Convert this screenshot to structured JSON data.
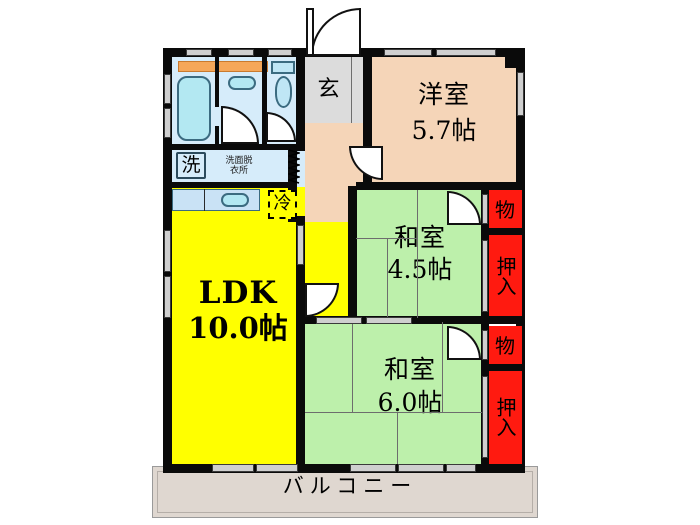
{
  "plan": {
    "type": "japanese-floor-plan",
    "title": "2LDK apartment floor plan",
    "units": "帖 (jo / tatami mats)"
  },
  "colors": {
    "ldk": "#ffff00",
    "tatami": "#bdf0ab",
    "western_room": "#f5d5b8",
    "hallway": "#f5d5b8",
    "closet": "#ff1a10",
    "water_area": "#d6ecfa",
    "genkan": "#dcdcdc",
    "balcony": "#dfd7d0",
    "wall": "#0a0a0a",
    "counter": "#c9e2f5",
    "window": "#cfcfcf"
  },
  "rooms": [
    {
      "id": "ldk",
      "name": "LDK",
      "size": "10.0帖",
      "color": "#ffff00"
    },
    {
      "id": "western",
      "name": "洋室",
      "size": "5.7帖",
      "color": "#f5d5b8"
    },
    {
      "id": "japanese1",
      "name": "和室",
      "size": "4.5帖",
      "color": "#bdf0ab"
    },
    {
      "id": "japanese2",
      "name": "和室",
      "size": "6.0帖",
      "color": "#bdf0ab"
    }
  ],
  "labels": {
    "genkan": "玄",
    "washroom": "洗面脱\n衣所",
    "washroom_line1": "洗面脱",
    "washroom_line2": "衣所",
    "washer": "洗",
    "fridge": "冷",
    "balcony": "バルコニー"
  },
  "storage": [
    {
      "id": "mono-1",
      "label": "物",
      "orientation": "horizontal"
    },
    {
      "id": "oshiire-1",
      "label": "押入",
      "orientation": "vertical"
    },
    {
      "id": "mono-2",
      "label": "物",
      "orientation": "horizontal"
    },
    {
      "id": "oshiire-2",
      "label": "押入",
      "orientation": "vertical"
    }
  ],
  "fixtures": [
    {
      "id": "bathtub",
      "name": "bathtub"
    },
    {
      "id": "vanity-sink",
      "name": "vanity-sink"
    },
    {
      "id": "toilet",
      "name": "toilet"
    },
    {
      "id": "kitchen-sink",
      "name": "kitchen-sink"
    },
    {
      "id": "washing-machine-space",
      "name": "washing-machine-space"
    },
    {
      "id": "refrigerator-space",
      "name": "refrigerator-space"
    }
  ]
}
